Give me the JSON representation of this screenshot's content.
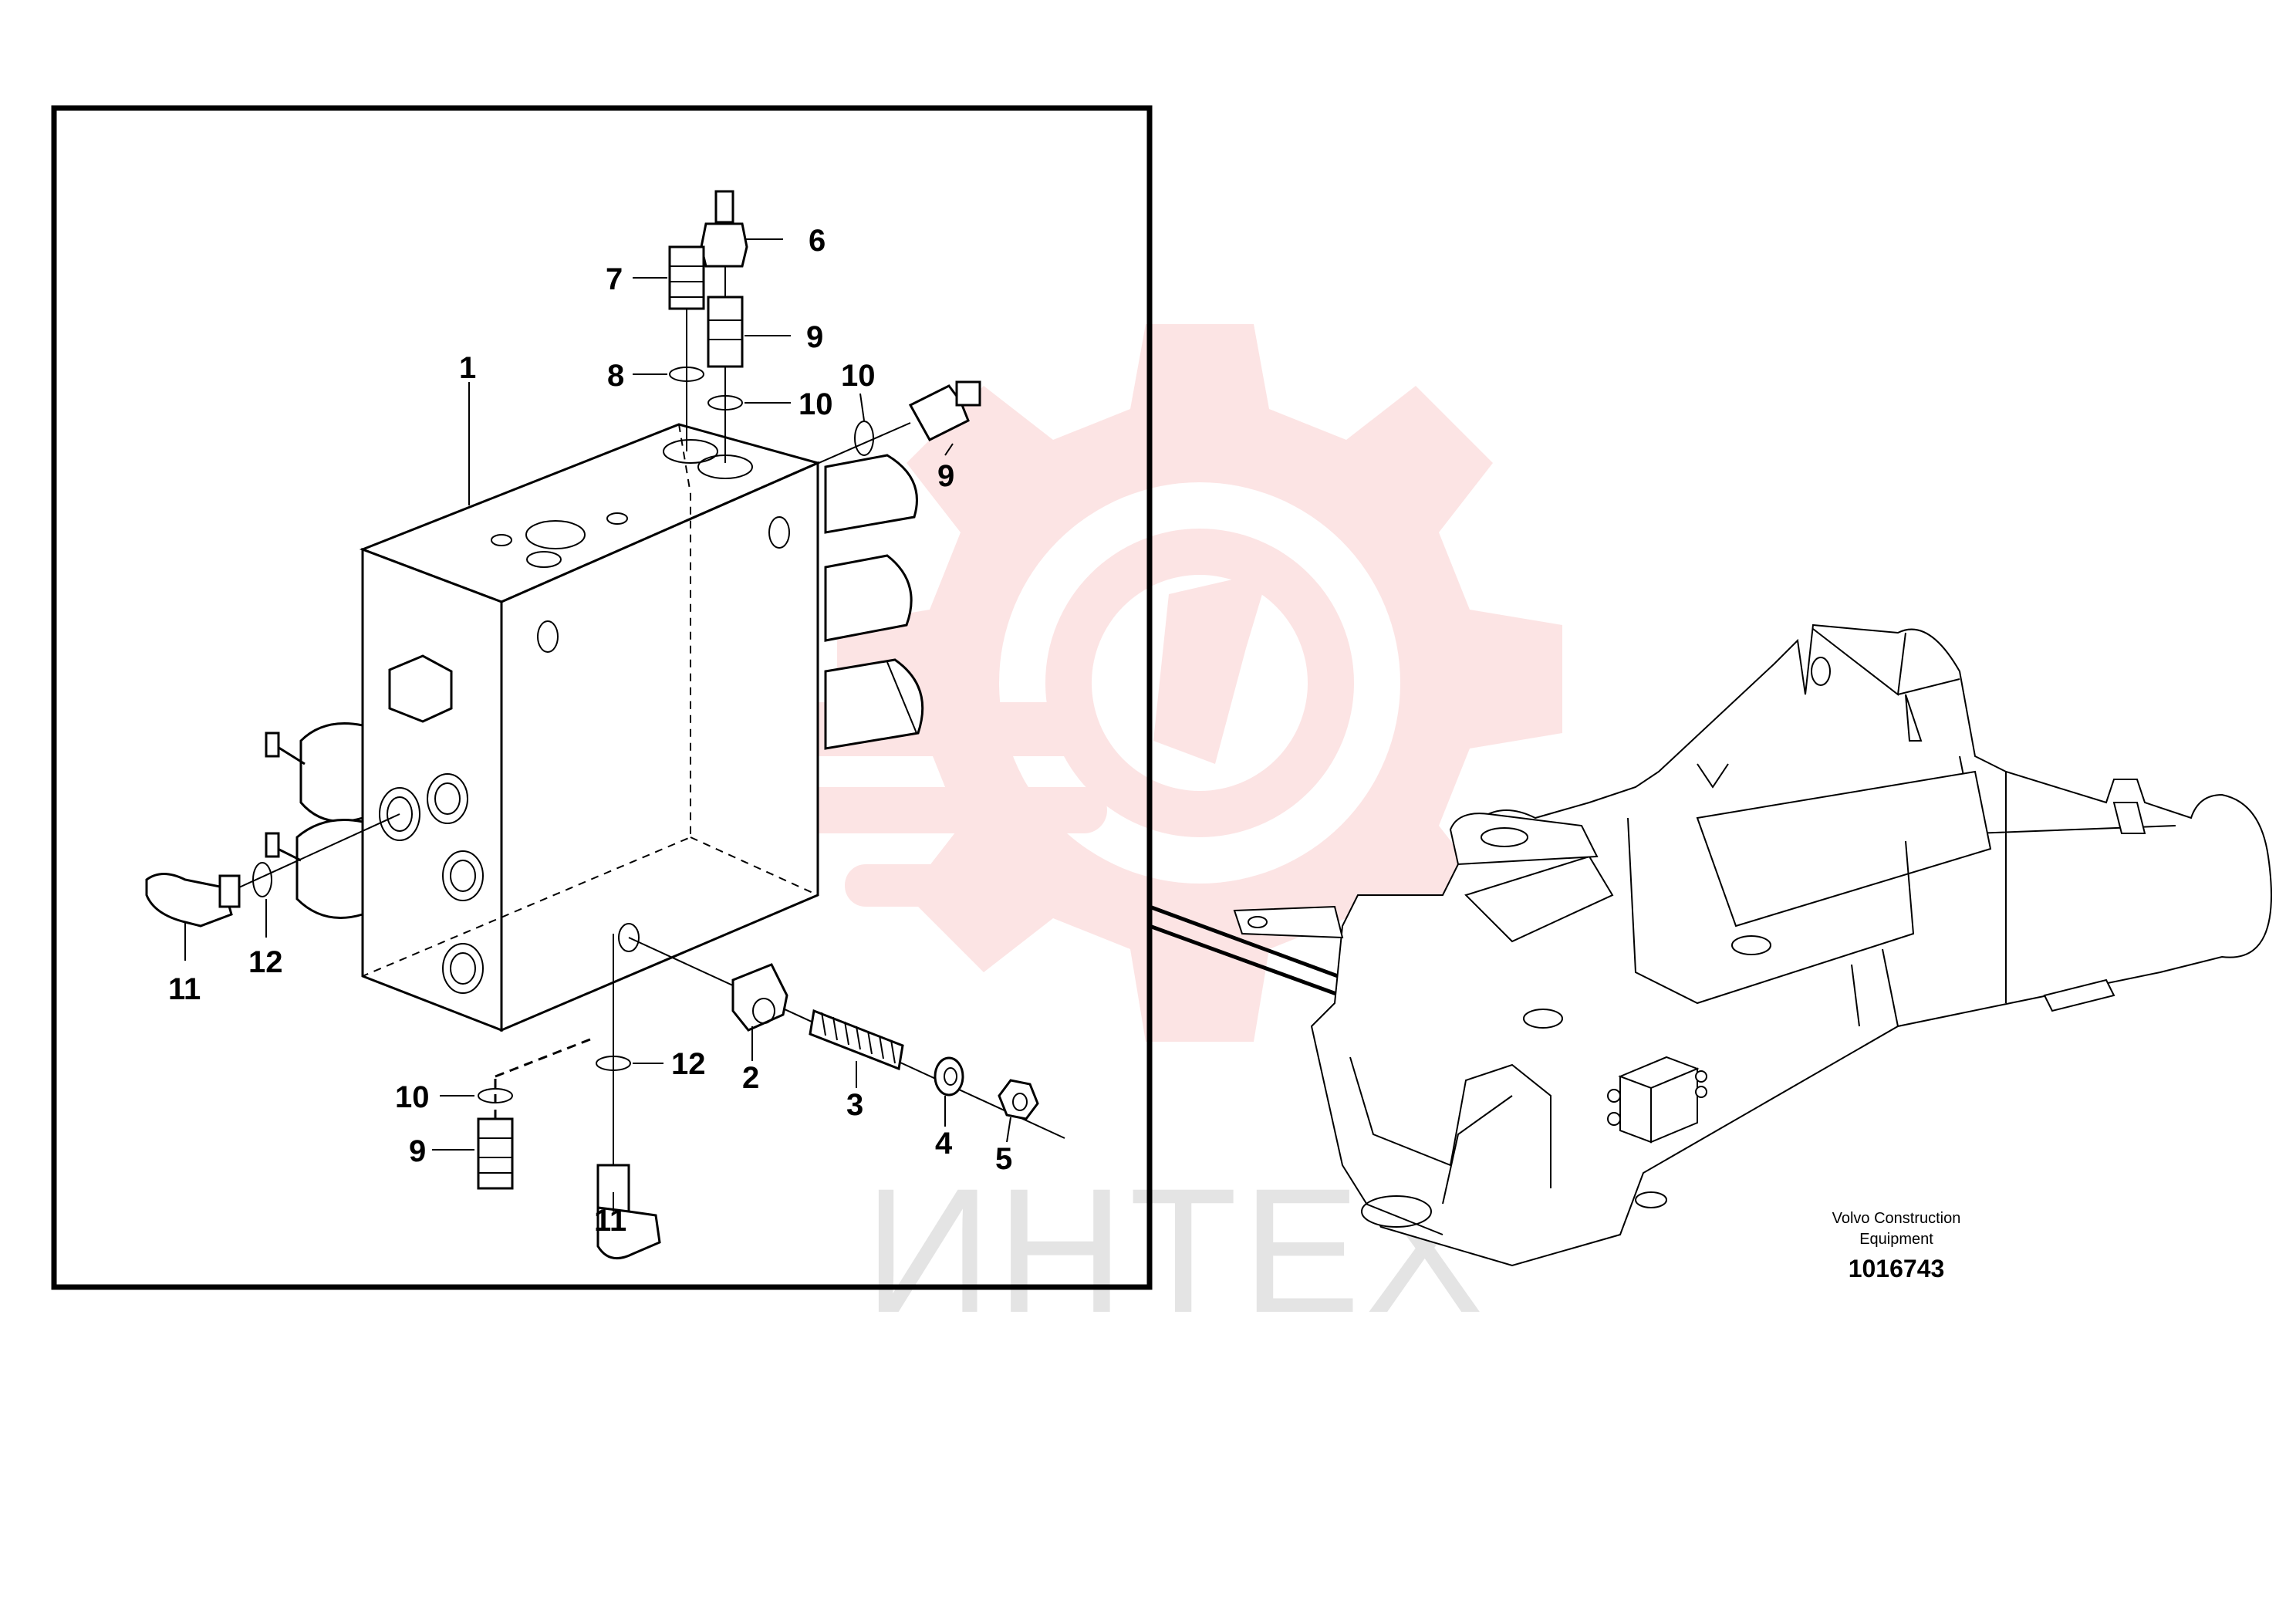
{
  "watermark": {
    "text": "ИНТЕХ",
    "color": "#f28a8a"
  },
  "caption": {
    "line1": "Volvo Construction",
    "line2": "Equipment",
    "part_number": "1016743"
  },
  "callouts": [
    {
      "id": "c1",
      "text": "1"
    },
    {
      "id": "c2",
      "text": "2"
    },
    {
      "id": "c3",
      "text": "3"
    },
    {
      "id": "c4",
      "text": "4"
    },
    {
      "id": "c5",
      "text": "5"
    },
    {
      "id": "c6",
      "text": "6"
    },
    {
      "id": "c7",
      "text": "7"
    },
    {
      "id": "c8",
      "text": "8"
    },
    {
      "id": "c9a",
      "text": "9"
    },
    {
      "id": "c9b",
      "text": "9"
    },
    {
      "id": "c9c",
      "text": "9"
    },
    {
      "id": "c10a",
      "text": "10"
    },
    {
      "id": "c10b",
      "text": "10"
    },
    {
      "id": "c10c",
      "text": "10"
    },
    {
      "id": "c11a",
      "text": "11"
    },
    {
      "id": "c11b",
      "text": "11"
    },
    {
      "id": "c12a",
      "text": "12"
    },
    {
      "id": "c12b",
      "text": "12"
    }
  ]
}
